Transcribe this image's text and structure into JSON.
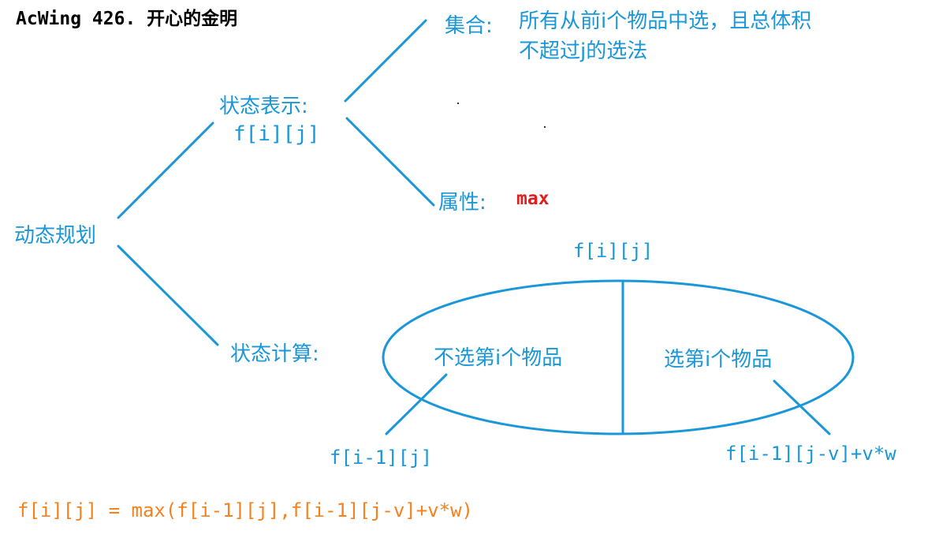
{
  "title": "AcWing 426. 开心的金明",
  "root": "动态规划",
  "state_repr": {
    "label": "状态表示:",
    "var": "f[i][j]",
    "set_label": "集合:",
    "set_line1": "所有从前i个物品中选，且总体积",
    "set_line2": "不超过j的选法",
    "attr_label": "属性:",
    "attr_value": "max"
  },
  "state_calc": {
    "label": "状态计算:",
    "top_var": "f[i][j]",
    "left_part": "不选第i个物品",
    "right_part": "选第i个物品",
    "left_result": "f[i-1][j]",
    "right_result": "f[i-1][j-v]+v*w"
  },
  "formula": "f[i][j] = max(f[i-1][j],f[i-1][j-v]+v*w)",
  "colors": {
    "blue": "#1a97d8",
    "red": "#e02020",
    "orange": "#f5821f"
  }
}
